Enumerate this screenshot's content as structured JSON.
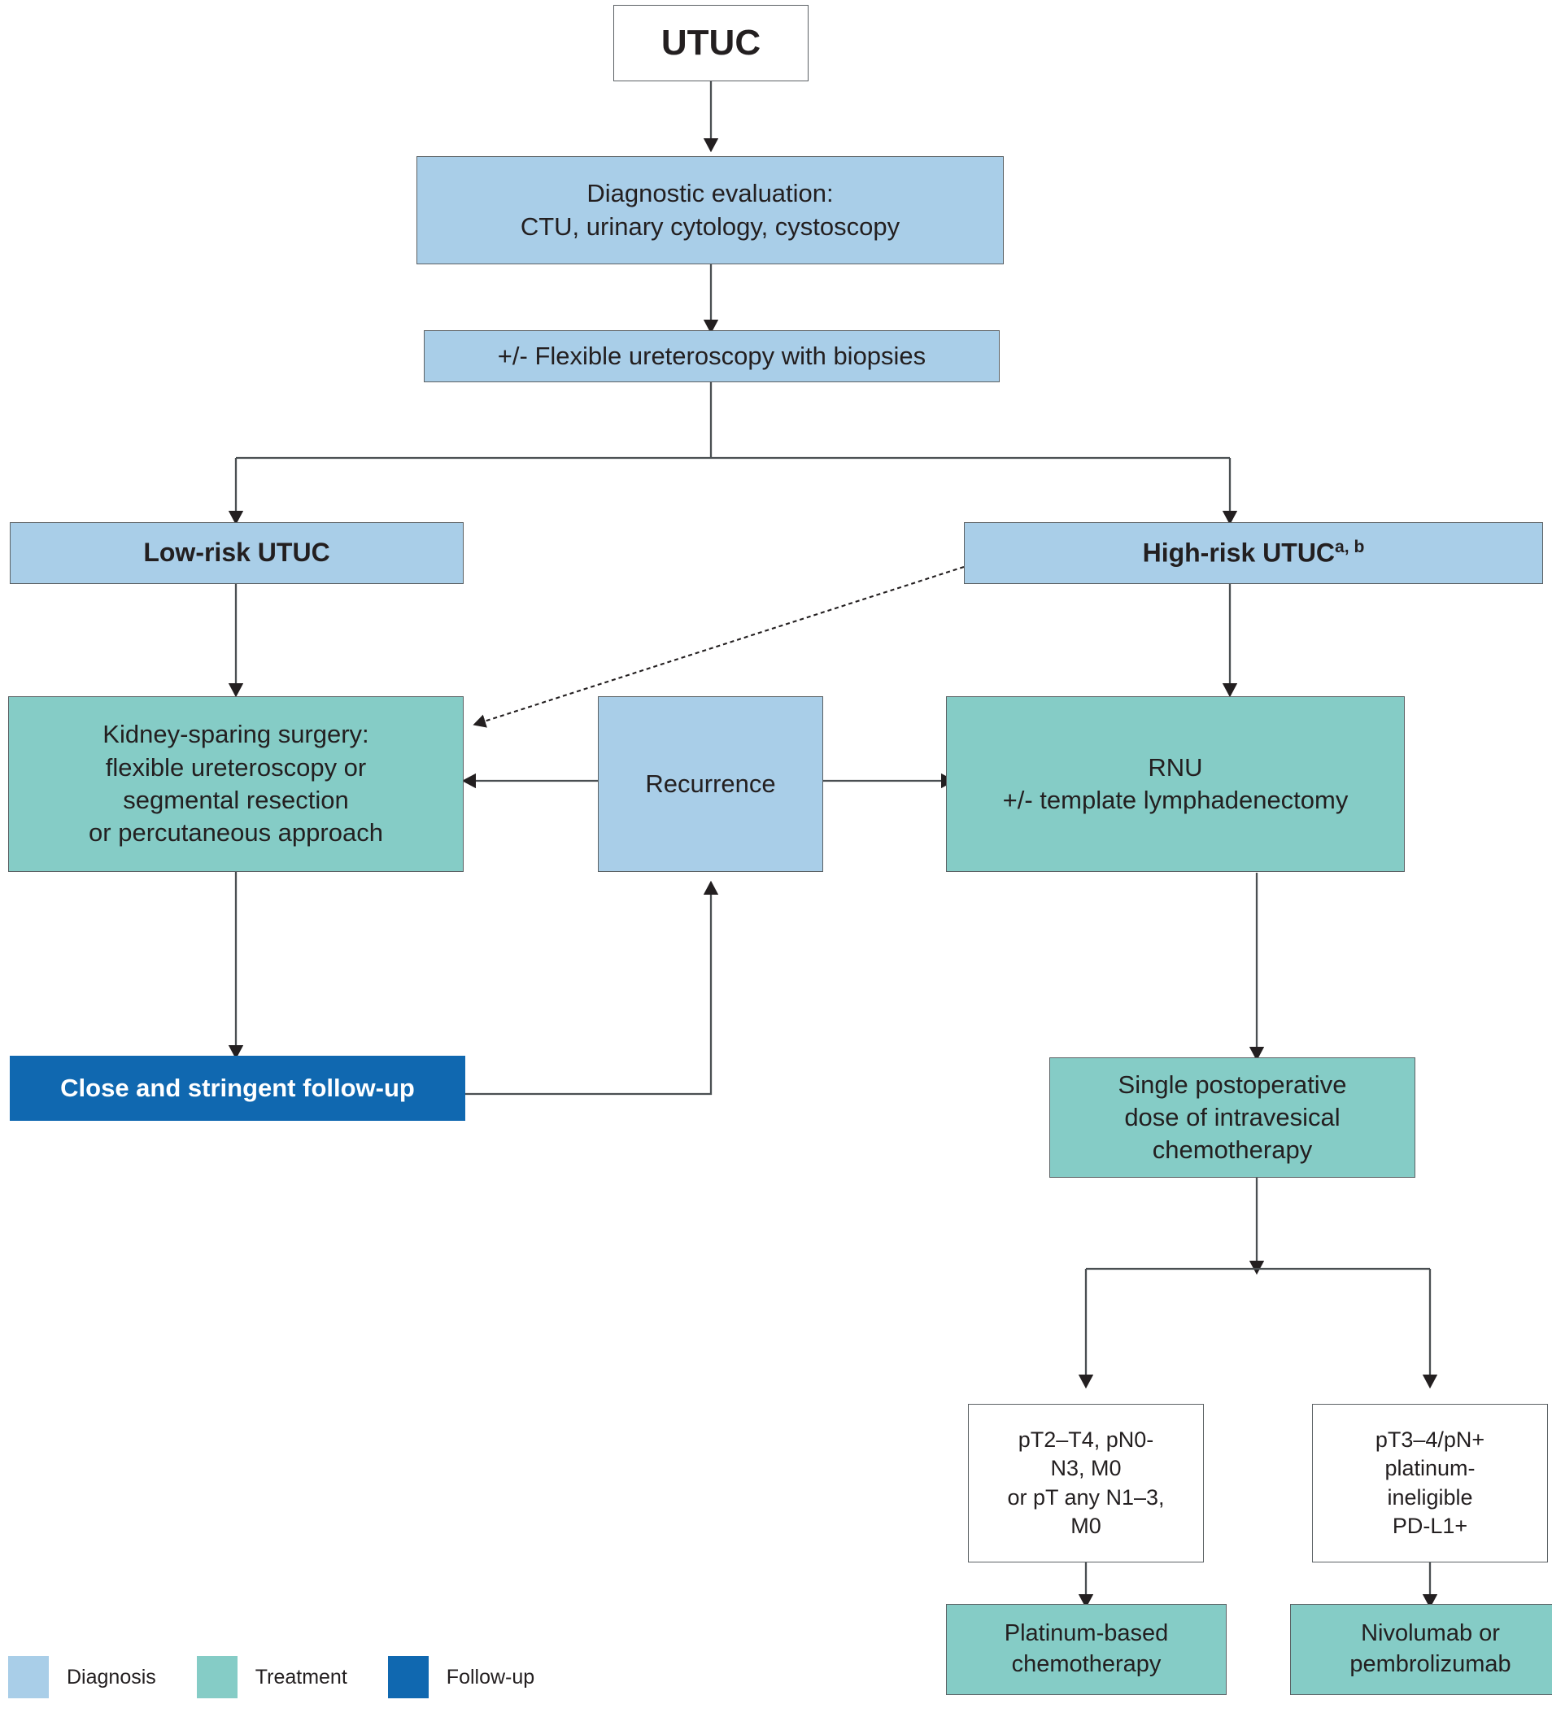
{
  "title": "UTUC management flowchart",
  "colors": {
    "diagnosis": "#a9cee8",
    "treatment": "#85ccc6",
    "followup": "#1068b0",
    "plain": "#ffffff",
    "stroke": "#231f20"
  },
  "nodes": {
    "utuc": {
      "label": "UTUC",
      "category": "plain"
    },
    "diagnostic_evaluation": {
      "line1": "Diagnostic evaluation:",
      "line2": "CTU, urinary cytology, cystoscopy",
      "category": "diagnosis"
    },
    "ureteroscopy_biopsies": {
      "label": "+/- Flexible ureteroscopy with biopsies",
      "category": "diagnosis"
    },
    "low_risk": {
      "label": "Low-risk UTUC",
      "category": "diagnosis"
    },
    "high_risk": {
      "label": "High-risk UTUC",
      "superscript": "a, b",
      "category": "diagnosis"
    },
    "kidney_sparing": {
      "line1": "Kidney-sparing surgery:",
      "line2": "flexible ureteroscopy or",
      "line3": "segmental resection",
      "line4": "or percutaneous approach",
      "category": "treatment"
    },
    "recurrence": {
      "label": "Recurrence",
      "category": "diagnosis"
    },
    "rnu": {
      "line1": "RNU",
      "line2": "+/- template lymphadenectomy",
      "category": "treatment"
    },
    "followup": {
      "label": "Close and stringent follow-up",
      "category": "followup"
    },
    "intravesical_chemo": {
      "line1": "Single postoperative",
      "line2": "dose of intravesical",
      "line3": "chemotherapy",
      "category": "treatment"
    },
    "stage_pt2_t4": {
      "line1": "pT2–T4, pN0-",
      "line2": "N3, M0",
      "line3": "or pT any N1–3,",
      "line4": "M0",
      "category": "plain"
    },
    "stage_pt3_4": {
      "line1": "pT3–4/pN+",
      "line2": "platinum-",
      "line3": "ineligible",
      "line4": "PD-L1+",
      "category": "plain"
    },
    "platinum_chemo": {
      "line1": "Platinum-based",
      "line2": "chemotherapy",
      "category": "treatment"
    },
    "immunotherapy": {
      "line1": "Nivolumab or",
      "line2": "pembrolizumab",
      "category": "treatment"
    }
  },
  "legend": {
    "items": [
      {
        "label": "Diagnosis",
        "color": "#a9cee8"
      },
      {
        "label": "Treatment",
        "color": "#85ccc6"
      },
      {
        "label": "Follow-up",
        "color": "#1068b0"
      }
    ]
  },
  "edges": [
    {
      "from": "utuc",
      "to": "diagnostic_evaluation",
      "style": "solid"
    },
    {
      "from": "diagnostic_evaluation",
      "to": "ureteroscopy_biopsies",
      "style": "solid"
    },
    {
      "from": "ureteroscopy_biopsies",
      "to": "low_risk",
      "style": "solid"
    },
    {
      "from": "ureteroscopy_biopsies",
      "to": "high_risk",
      "style": "solid"
    },
    {
      "from": "low_risk",
      "to": "kidney_sparing",
      "style": "solid"
    },
    {
      "from": "high_risk",
      "to": "rnu",
      "style": "solid"
    },
    {
      "from": "high_risk",
      "to": "kidney_sparing",
      "style": "dashed"
    },
    {
      "from": "kidney_sparing",
      "to": "followup",
      "style": "solid"
    },
    {
      "from": "recurrence",
      "to": "kidney_sparing",
      "style": "solid"
    },
    {
      "from": "recurrence",
      "to": "rnu",
      "style": "solid"
    },
    {
      "from": "followup",
      "to": "recurrence",
      "style": "solid"
    },
    {
      "from": "rnu",
      "to": "intravesical_chemo",
      "style": "solid"
    },
    {
      "from": "intravesical_chemo",
      "to": "stage_pt2_t4",
      "style": "solid"
    },
    {
      "from": "intravesical_chemo",
      "to": "stage_pt3_4",
      "style": "solid"
    },
    {
      "from": "stage_pt2_t4",
      "to": "platinum_chemo",
      "style": "solid"
    },
    {
      "from": "stage_pt3_4",
      "to": "immunotherapy",
      "style": "solid"
    }
  ]
}
